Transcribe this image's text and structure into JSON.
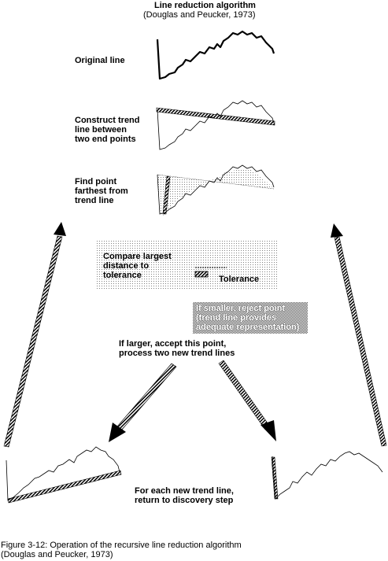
{
  "title": "Line reduction algorithm",
  "subtitle": "(Douglas and Peucker, 1973)",
  "steps": {
    "original": "Original line",
    "construct": [
      "Construct trend",
      "line between",
      "two end points"
    ],
    "find": [
      "Find point",
      "farthest from",
      "trend line"
    ]
  },
  "compare_box": {
    "lines": [
      "Compare largest",
      "distance to",
      "tolerance"
    ],
    "tolerance_label": "Tolerance"
  },
  "reject_box": [
    "If smaller, reject point",
    "(trend line provides",
    "adequate representation)"
  ],
  "accept_text": [
    "If larger, accept this point,",
    "process two new trend lines"
  ],
  "return_text": [
    "For each new trend line,",
    "return to discovery step"
  ],
  "caption": [
    "Figure 3-12: Operation of the recursive line reduction algorithm",
    "(Douglas and Peucker, 1973)"
  ],
  "colors": {
    "ink": "#000000",
    "stipple": "#9a9a9a",
    "background": "#ffffff"
  }
}
